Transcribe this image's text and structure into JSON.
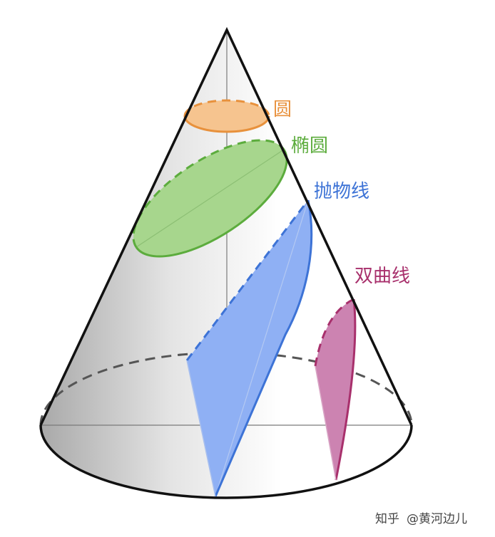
{
  "labels": {
    "circle": "圆",
    "ellipse": "椭圆",
    "parabola": "抛物线",
    "hyperbola": "双曲线"
  },
  "colors": {
    "circle_stroke": "#e8913c",
    "circle_fill": "#f6c48f",
    "ellipse_stroke": "#5cac3d",
    "ellipse_fill": "#a7d68d",
    "parabola_stroke": "#3d73d6",
    "parabola_fill": "#8fb0f4",
    "hyperbola_stroke": "#a8306c",
    "hyperbola_fill": "#cc83b1",
    "cone_outline": "#111111",
    "hidden_edge": "#555555"
  },
  "watermark": {
    "platform": "知乎",
    "author": "@黄河边儿"
  }
}
